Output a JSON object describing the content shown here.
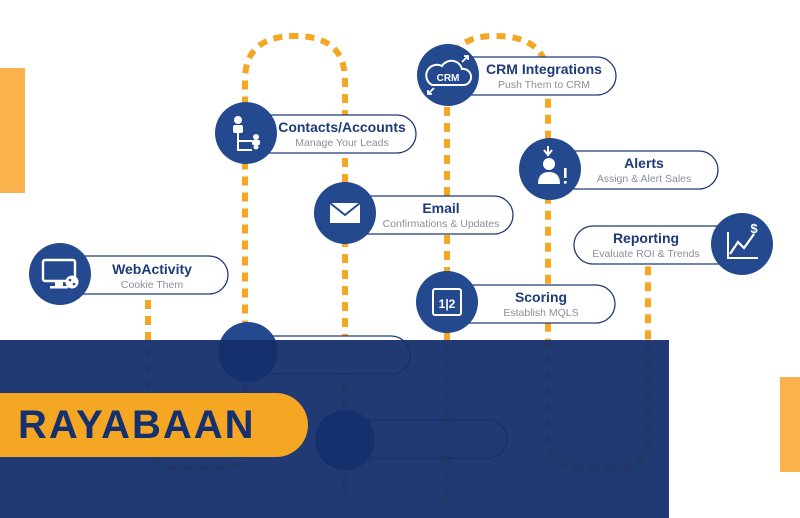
{
  "brand": {
    "logo_text": "RAYABAAN"
  },
  "colors": {
    "accent_orange": "#f5a623",
    "node_blue": "#24498f",
    "panel_blue": "#162f6c",
    "title_blue": "#1f3a78",
    "subtitle_gray": "#8a8f99"
  },
  "nodes": [
    {
      "id": "webactivity",
      "title": "WebActivity",
      "subtitle": "Cookie Them",
      "icon": "monitor-cookie-icon"
    },
    {
      "id": "contacts",
      "title": "Contacts/Accounts",
      "subtitle": "Manage Your Leads",
      "icon": "org-chart-icon"
    },
    {
      "id": "email",
      "title": "Email",
      "subtitle": "Confirmations & Updates",
      "icon": "envelope-icon"
    },
    {
      "id": "crm",
      "title": "CRM Integrations",
      "subtitle": "Push Them to CRM",
      "icon": "crm-cloud-icon",
      "icon_text": "CRM"
    },
    {
      "id": "alerts",
      "title": "Alerts",
      "subtitle": "Assign & Alert Sales",
      "icon": "user-alert-icon"
    },
    {
      "id": "reporting",
      "title": "Reporting",
      "subtitle": "Evaluate ROI & Trends",
      "icon": "chart-dollar-icon"
    },
    {
      "id": "scoring",
      "title": "Scoring",
      "subtitle": "Establish MQLS",
      "icon": "scorecard-icon",
      "icon_text": "1|2"
    }
  ]
}
